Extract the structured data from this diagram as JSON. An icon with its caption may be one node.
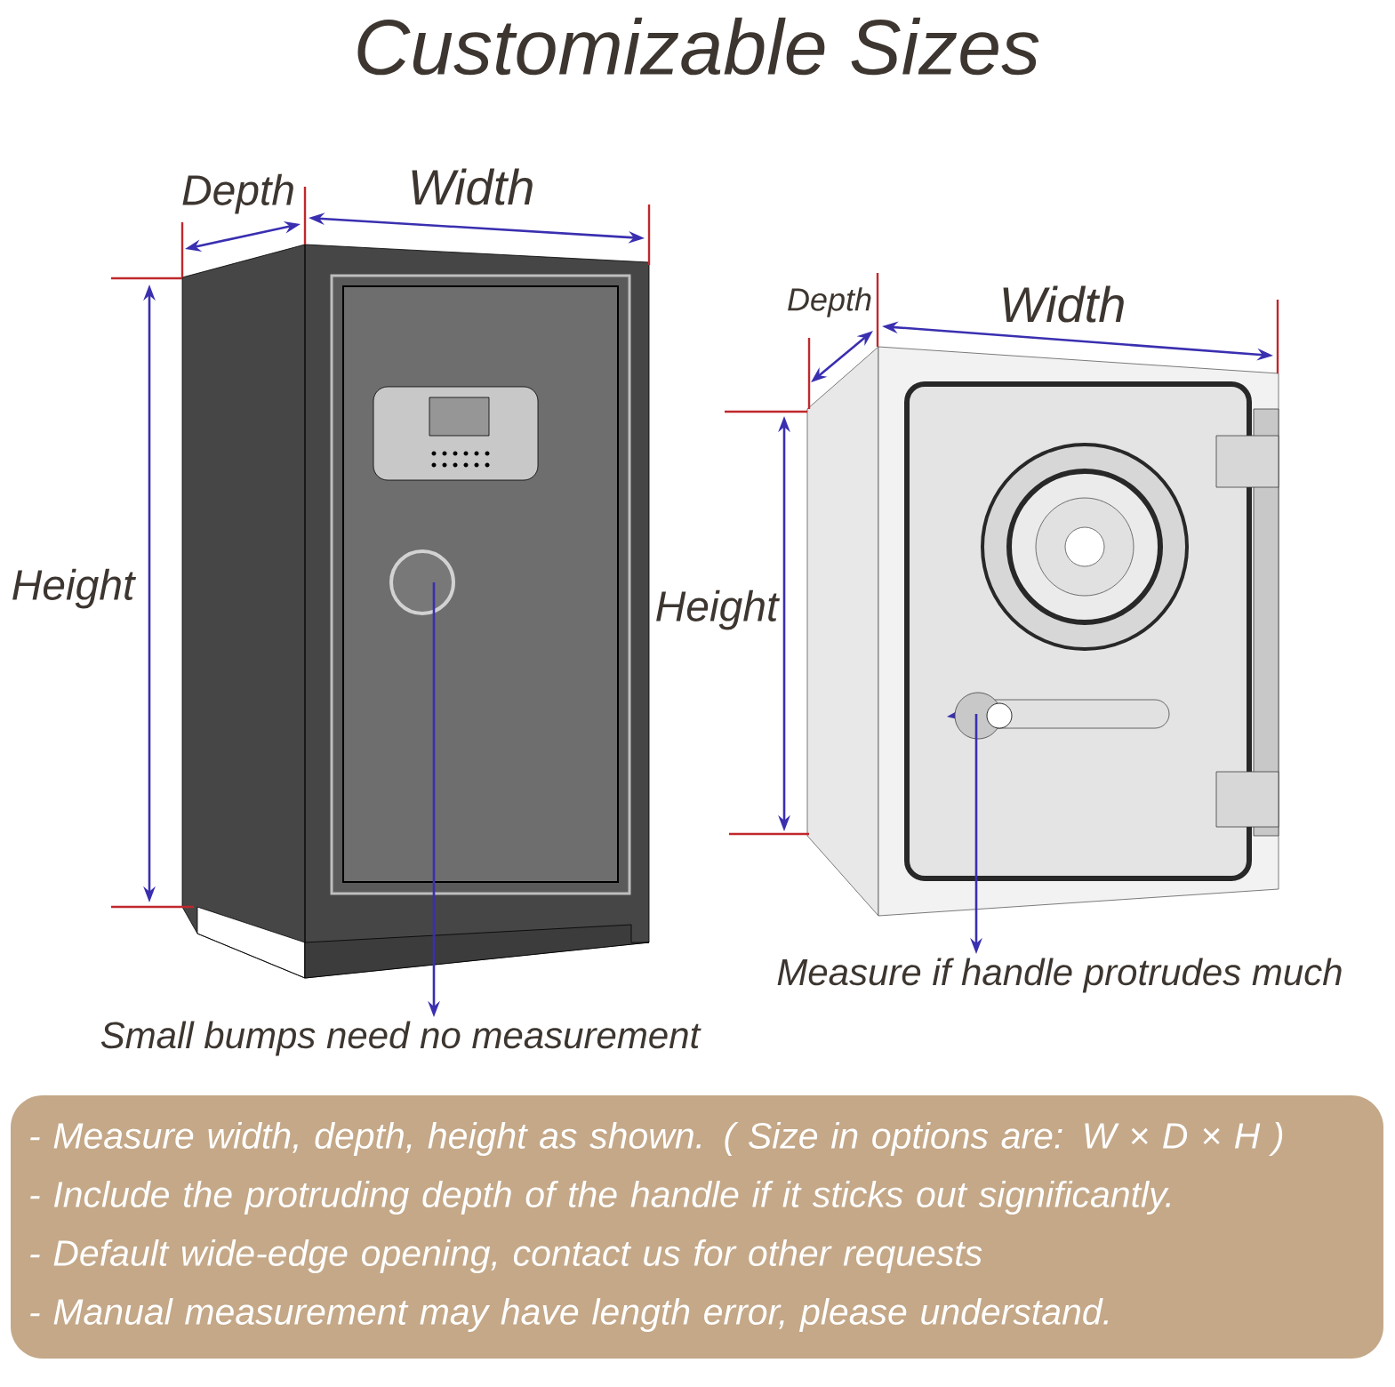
{
  "diagram": {
    "title": "Customizable Sizes",
    "nodes": [
      {
        "text": [
          "Measure if handle protrudes much"
        ]
      },
      {
        "text": [
          "Small bumps need no measurement"
        ]
      },
      {
        "text": [],
        "shape": "circle"
      },
      {
        "text": [],
        "shape": "picture"
      },
      {
        "text": [
          "- Measure width, depth, height as shown. ( Size in options are: W × D × H )",
          "- Include the protruding depth of the handle if it sticks out significantly.",
          "- Default wide-edge opening, contact us for other requests",
          "- Manual measurement may have length error, please understand."
        ]
      }
    ],
    "edges": [
      {
        "from": 2,
        "to": 1,
        "arrow": "to"
      },
      {
        "from": 3,
        "to": 0,
        "arrow": "to"
      }
    ],
    "labels": [
      "Depth",
      "Width",
      "Height",
      "Depth",
      "Width",
      "Height"
    ]
  }
}
